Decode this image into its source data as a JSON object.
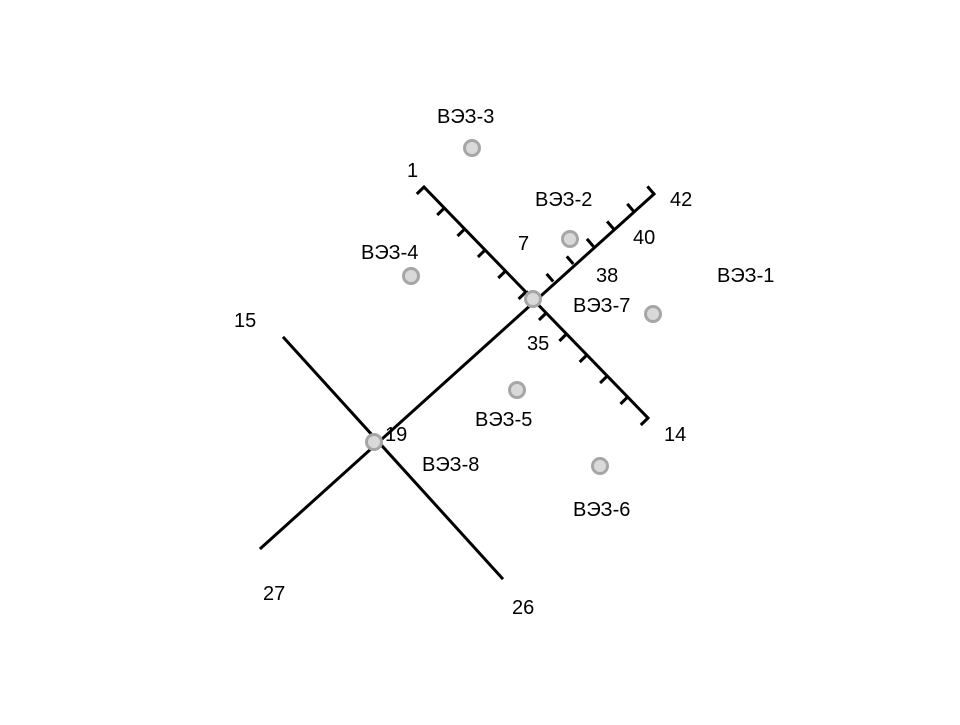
{
  "profile_lines": [
    {
      "id": "line-1-14",
      "start_label": "1",
      "end_label": "14",
      "ticks": 12
    },
    {
      "id": "line-15-26",
      "start_label": "15",
      "end_label": "26"
    },
    {
      "id": "line-27-42",
      "start_label": "27",
      "end_label": "42",
      "ticks": 7
    }
  ],
  "picket_labels": [
    {
      "id": "picket-7",
      "text": "7"
    },
    {
      "id": "picket-19",
      "text": "19"
    },
    {
      "id": "picket-35",
      "text": "35"
    },
    {
      "id": "picket-38",
      "text": "38"
    },
    {
      "id": "picket-40",
      "text": "40"
    }
  ],
  "ves_points": [
    {
      "id": "ves-1",
      "label": "ВЭЗ-1"
    },
    {
      "id": "ves-2",
      "label": "ВЭЗ-2"
    },
    {
      "id": "ves-3",
      "label": "ВЭЗ-3"
    },
    {
      "id": "ves-4",
      "label": "ВЭЗ-4"
    },
    {
      "id": "ves-5",
      "label": "ВЭЗ-5"
    },
    {
      "id": "ves-6",
      "label": "ВЭЗ-6"
    },
    {
      "id": "ves-7",
      "label": "ВЭЗ-7"
    },
    {
      "id": "ves-8",
      "label": "ВЭЗ-8"
    }
  ],
  "colors": {
    "line": "#000000",
    "point_fill": "#d9d9d9",
    "point_stroke": "#a6a6a6",
    "text": "#000000",
    "background": "#ffffff"
  }
}
